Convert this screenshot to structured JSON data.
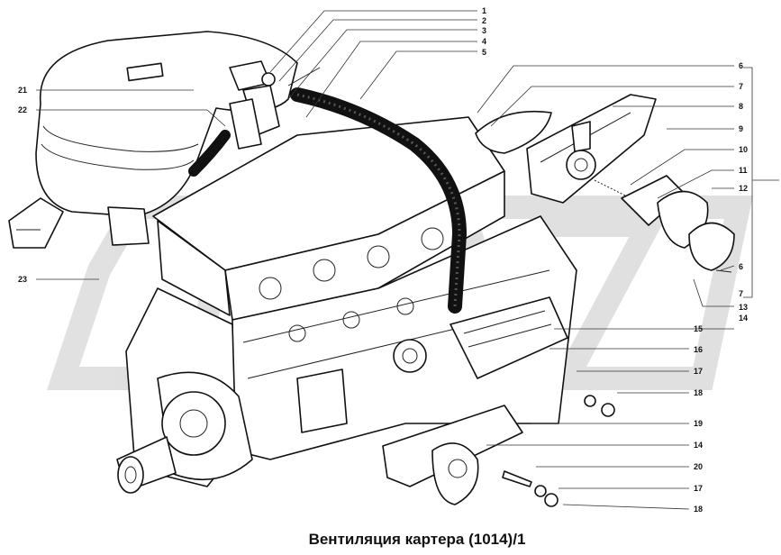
{
  "title": "Вентиляция картера (1014)/1",
  "callouts": [
    {
      "num": "1"
    },
    {
      "num": "2"
    },
    {
      "num": "3"
    },
    {
      "num": "4"
    },
    {
      "num": "5"
    },
    {
      "num": "6"
    },
    {
      "num": "7"
    },
    {
      "num": "8"
    },
    {
      "num": "9"
    },
    {
      "num": "10"
    },
    {
      "num": "11"
    },
    {
      "num": "12"
    },
    {
      "num": "6"
    },
    {
      "num": "7"
    },
    {
      "num": "13"
    },
    {
      "num": "14"
    },
    {
      "num": "15"
    },
    {
      "num": "16"
    },
    {
      "num": "17"
    },
    {
      "num": "18"
    },
    {
      "num": "19"
    },
    {
      "num": "14"
    },
    {
      "num": "20"
    },
    {
      "num": "17"
    },
    {
      "num": "18"
    },
    {
      "num": "21"
    },
    {
      "num": "22"
    },
    {
      "num": "23"
    }
  ]
}
